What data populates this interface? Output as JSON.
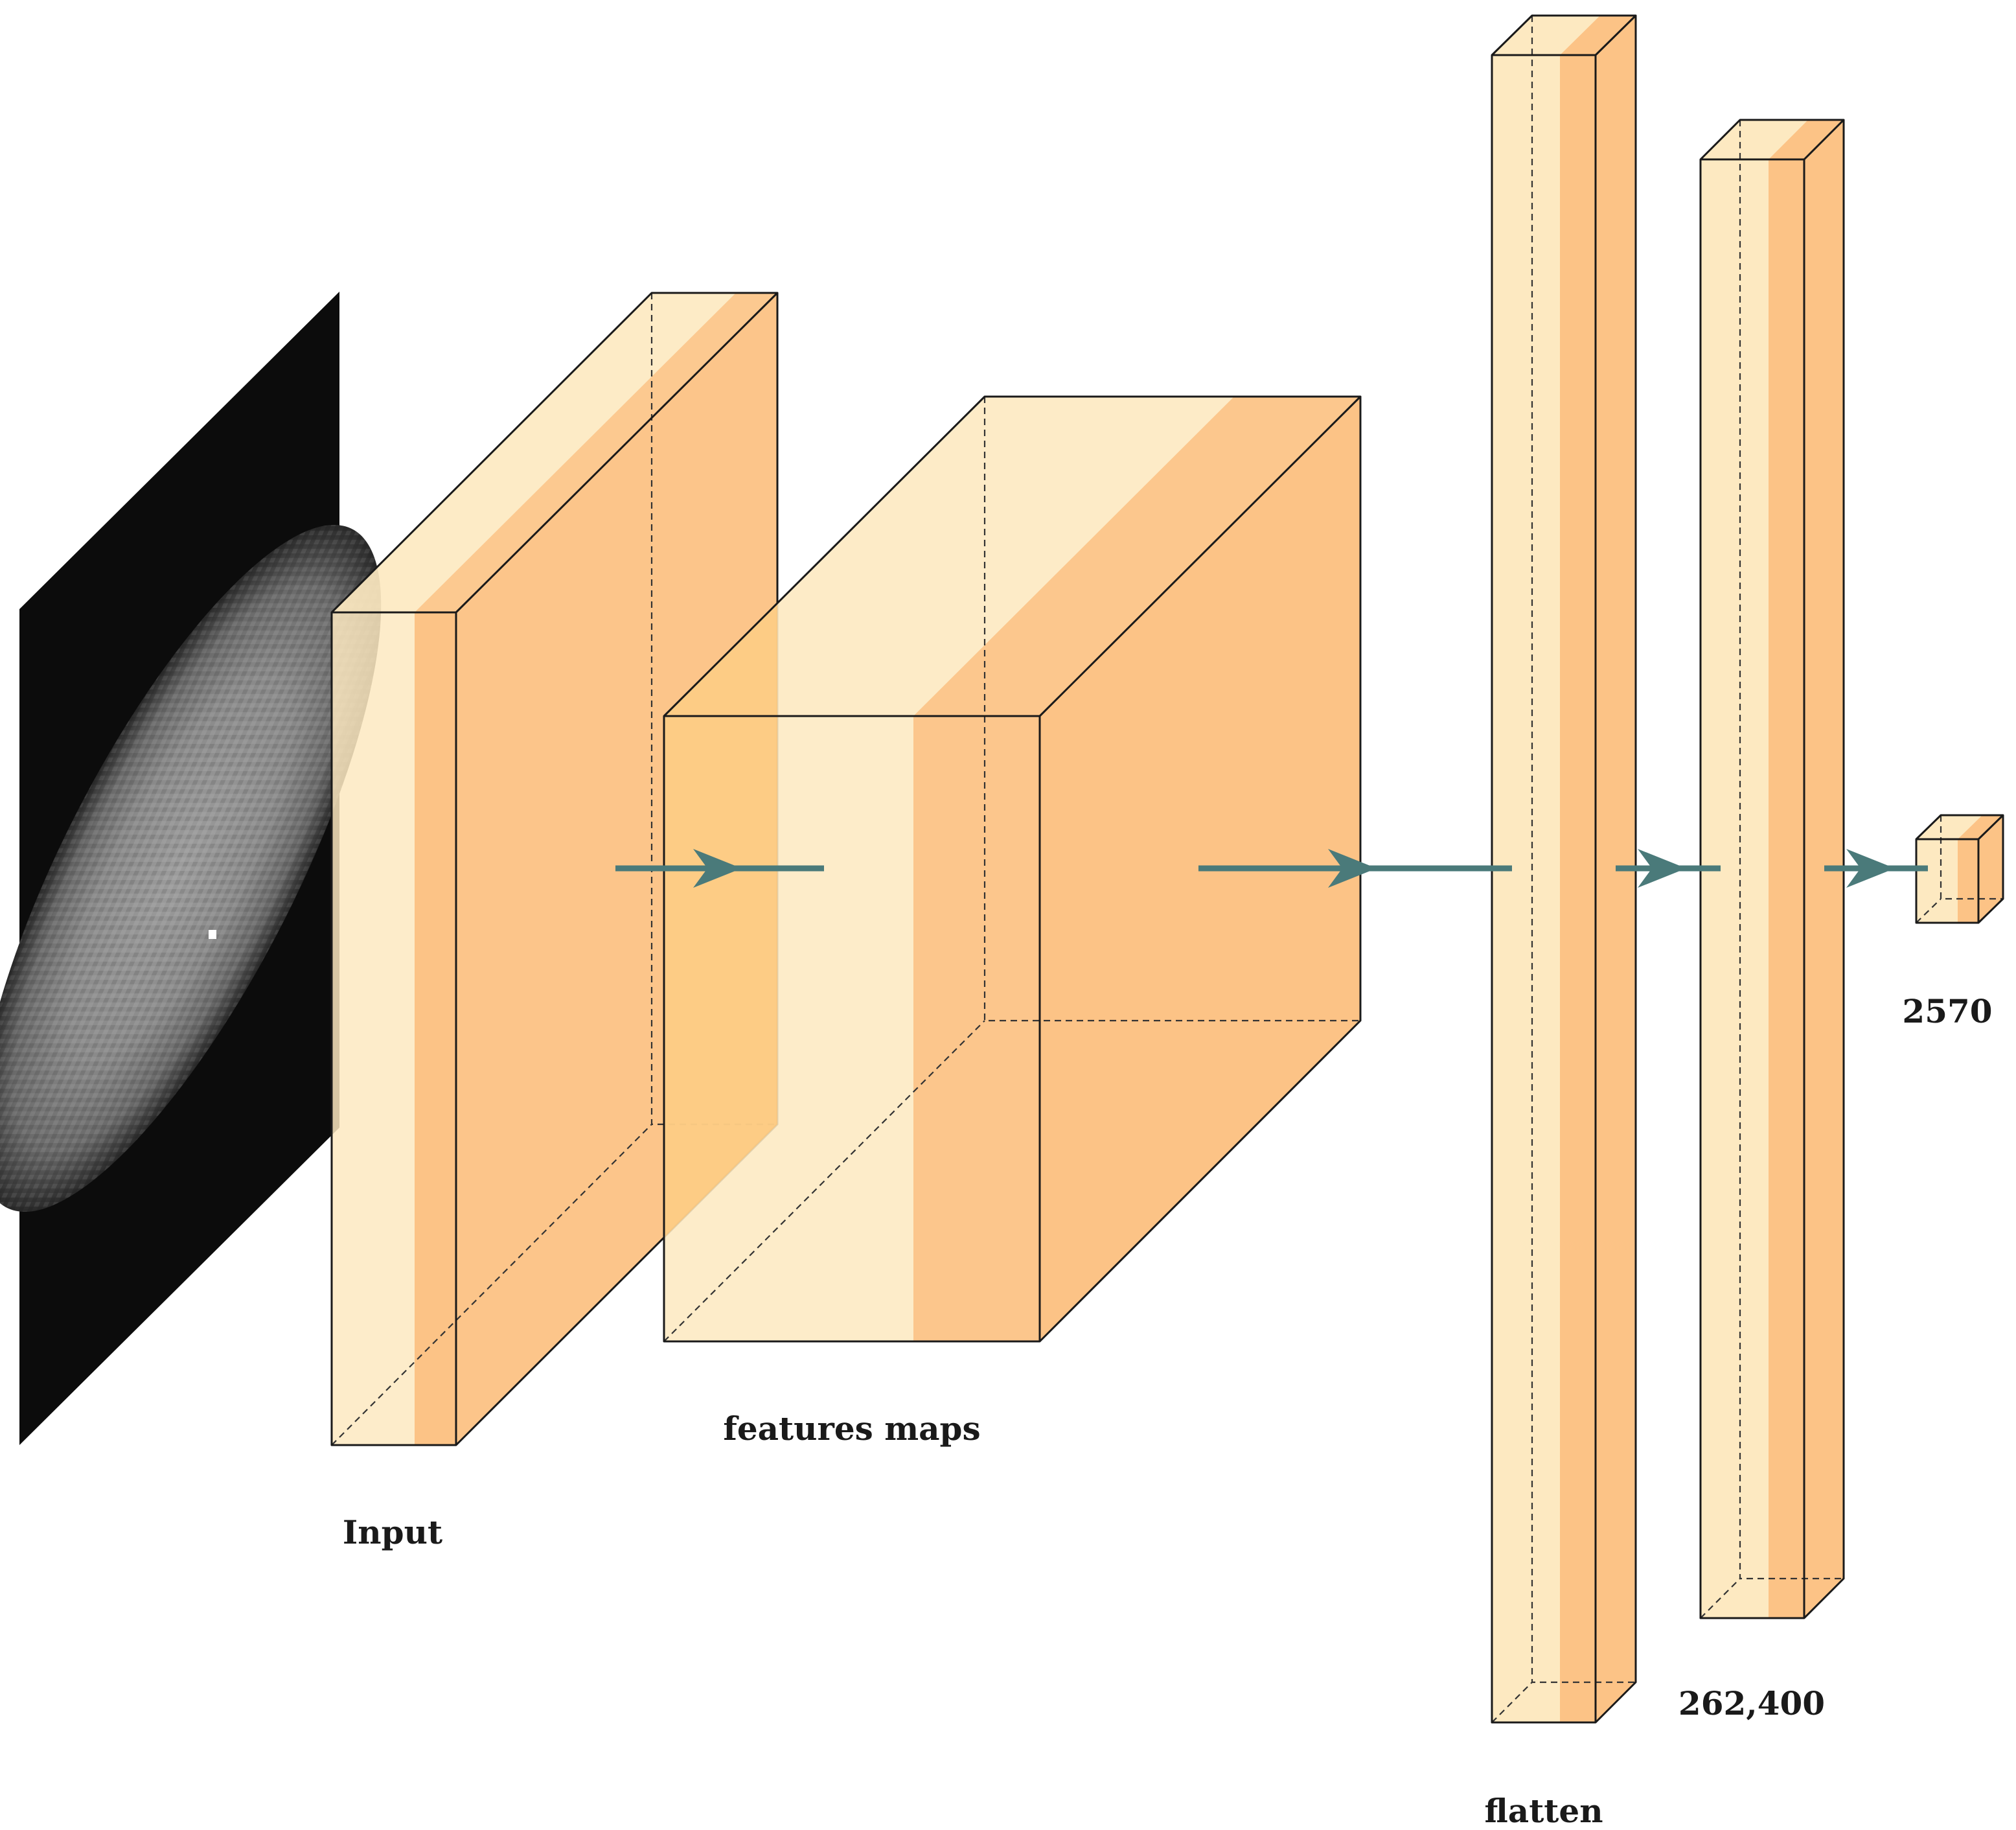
{
  "colors": {
    "layer_light": "#fde9c1",
    "layer_dark": "#fcc386",
    "layer_side": "#fcc386",
    "arrow": "#4a7a7a",
    "edge": "#1a1a1a",
    "input_background": "#0c0c0c"
  },
  "labels": {
    "input": "Input",
    "features": "features maps",
    "flatten": "flatten",
    "dense": "262,400",
    "output": "2570"
  },
  "blocks": [
    {
      "name": "input-layer-block"
    },
    {
      "name": "feature-maps-block"
    },
    {
      "name": "flatten-block"
    },
    {
      "name": "dense-block"
    },
    {
      "name": "output-block"
    }
  ]
}
